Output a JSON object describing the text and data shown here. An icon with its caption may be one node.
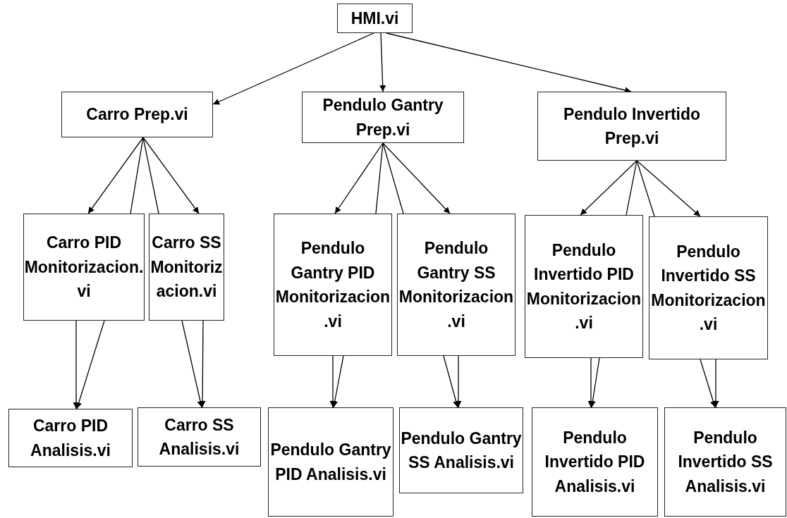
{
  "diagram": {
    "nodes": [
      {
        "text": [
          "HMI.vi"
        ]
      },
      {
        "text": [
          "Carro Prep.vi"
        ]
      },
      {
        "text": [
          "Pendulo Gantry Prep.vi"
        ]
      },
      {
        "text": [
          "Pendulo Invertido Prep.vi"
        ]
      },
      {
        "text": [
          "Carro PID Monitorizacion.vi"
        ]
      },
      {
        "text": [
          "Carro SS Monitorizacion.vi"
        ]
      },
      {
        "text": [
          "Pendulo Gantry PID Monitorizacion.vi"
        ]
      },
      {
        "text": [
          "Pendulo Gantry SS Monitorizacion.vi"
        ]
      },
      {
        "text": [
          "Pendulo Invertido PID Monitorizacion.vi"
        ]
      },
      {
        "text": [
          "Pendulo Invertido SS Monitorizacion.vi"
        ]
      },
      {
        "text": [
          "Carro PID Analisis.vi"
        ]
      },
      {
        "text": [
          "Carro SS Analisis.vi"
        ]
      },
      {
        "text": [
          "Pendulo Gantry PID Analisis.vi"
        ]
      },
      {
        "text": [
          "Pendulo Gantry SS Analisis.vi"
        ]
      },
      {
        "text": [
          "Pendulo Invertido PID Analisis.vi"
        ]
      },
      {
        "text": [
          "Pendulo Invertido SS Analisis.vi"
        ]
      }
    ],
    "edges": [
      {
        "from": 0,
        "to": 1,
        "arrow": "to"
      },
      {
        "from": 0,
        "to": 2,
        "arrow": "to"
      },
      {
        "from": 0,
        "to": 3,
        "arrow": "to"
      },
      {
        "from": 1,
        "to": 4,
        "arrow": "to"
      },
      {
        "from": 1,
        "to": 4,
        "arrow": "none"
      },
      {
        "from": 1,
        "to": 5,
        "arrow": "none"
      },
      {
        "from": 1,
        "to": 5,
        "arrow": "to"
      },
      {
        "from": 4,
        "to": 10,
        "arrow": "to"
      },
      {
        "from": 4,
        "to": 10,
        "arrow": "to"
      },
      {
        "from": 5,
        "to": 11,
        "arrow": "to"
      },
      {
        "from": 5,
        "to": 11,
        "arrow": "to"
      },
      {
        "from": 2,
        "to": 6,
        "arrow": "to"
      },
      {
        "from": 2,
        "to": 6,
        "arrow": "none"
      },
      {
        "from": 2,
        "to": 7,
        "arrow": "none"
      },
      {
        "from": 2,
        "to": 7,
        "arrow": "to"
      },
      {
        "from": 6,
        "to": 12,
        "arrow": "to"
      },
      {
        "from": 6,
        "to": 12,
        "arrow": "to"
      },
      {
        "from": 7,
        "to": 13,
        "arrow": "to"
      },
      {
        "from": 7,
        "to": 13,
        "arrow": "to"
      },
      {
        "from": 3,
        "to": 8,
        "arrow": "to"
      },
      {
        "from": 3,
        "to": 8,
        "arrow": "none"
      },
      {
        "from": 3,
        "to": 9,
        "arrow": "none"
      },
      {
        "from": 3,
        "to": 9,
        "arrow": "to"
      },
      {
        "from": 8,
        "to": 14,
        "arrow": "to"
      },
      {
        "from": 8,
        "to": 14,
        "arrow": "to"
      },
      {
        "from": 9,
        "to": 15,
        "arrow": "to"
      },
      {
        "from": 9,
        "to": 15,
        "arrow": "to"
      }
    ]
  }
}
